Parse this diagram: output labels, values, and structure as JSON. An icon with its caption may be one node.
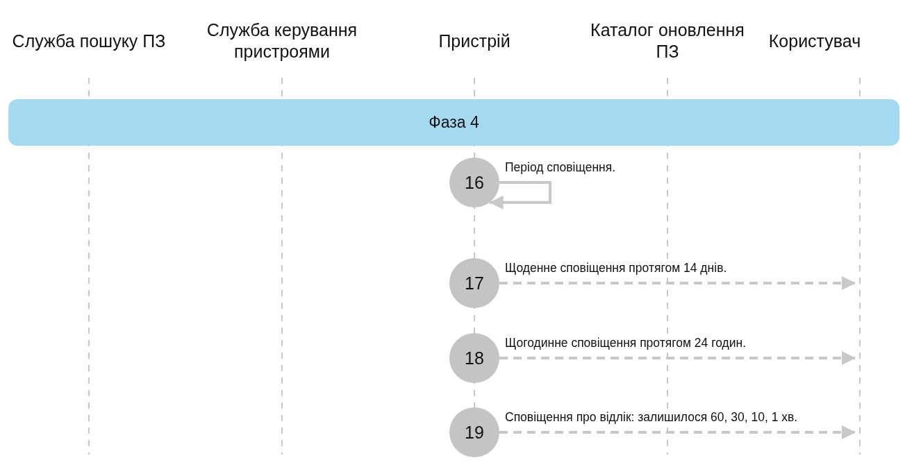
{
  "diagram": {
    "nodes": [
      {
        "text": [
          "Служба пошуку ПЗ"
        ]
      },
      {
        "text": [
          "Служба керування пристроями"
        ]
      },
      {
        "text": [
          "Пристрій"
        ]
      },
      {
        "text": [
          "Каталог оновлення ПЗ"
        ]
      },
      {
        "text": [
          "Користувач"
        ]
      },
      {
        "text": [
          "Фаза 4"
        ]
      },
      {
        "text": [
          "16"
        ]
      },
      {
        "text": [
          "17"
        ]
      },
      {
        "text": [
          "18"
        ]
      },
      {
        "text": [
          "19"
        ]
      }
    ],
    "edges": [
      {
        "from": 6,
        "to": 6,
        "arrow": "to",
        "label": "Період сповіщення."
      },
      {
        "from": 7,
        "to": null,
        "arrow": "to",
        "label": "Щоденне сповіщення протягом 14 днів.",
        "style": "dashed"
      },
      {
        "from": 8,
        "to": null,
        "arrow": "to",
        "label": "Щогодинне сповіщення протягом 24 годин.",
        "style": "dashed"
      },
      {
        "from": 9,
        "to": null,
        "arrow": "to",
        "label": "Сповіщення про відлік: залишилося 60, 30, 10, 1 хв.",
        "style": "dashed"
      }
    ]
  }
}
